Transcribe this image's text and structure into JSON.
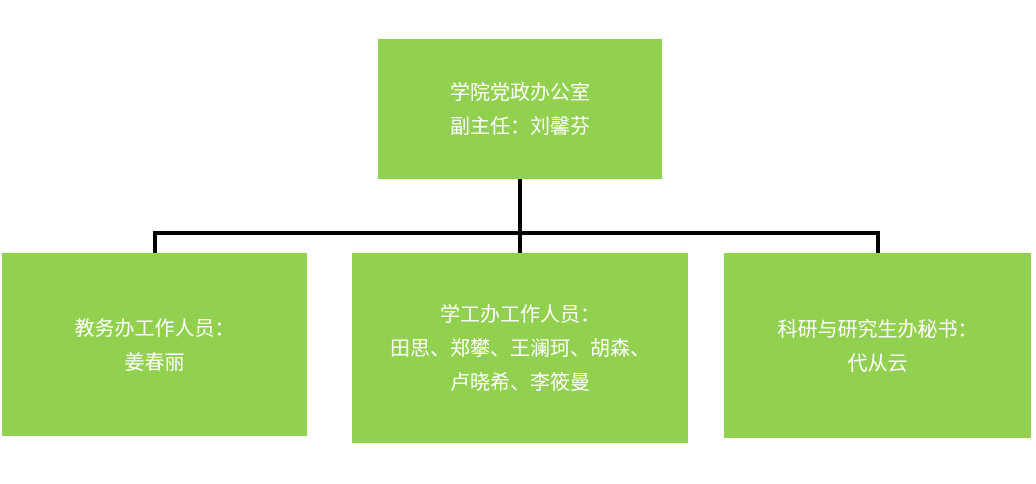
{
  "org_chart": {
    "root": {
      "lines": [
        "学院党政办公室",
        "副主任：刘馨芬"
      ]
    },
    "children": [
      {
        "lines": [
          "教务办工作人员：",
          "姜春丽"
        ]
      },
      {
        "lines": [
          "学工办工作人员：",
          "田思、郑攀、王澜珂、胡森、",
          "卢晓希、李筱曼"
        ]
      },
      {
        "lines": [
          "科研与研究生办秘书：",
          "代从云"
        ]
      }
    ],
    "colors": {
      "box_fill": "#92d050",
      "box_text": "#ffffff",
      "connector": "#000000"
    }
  }
}
